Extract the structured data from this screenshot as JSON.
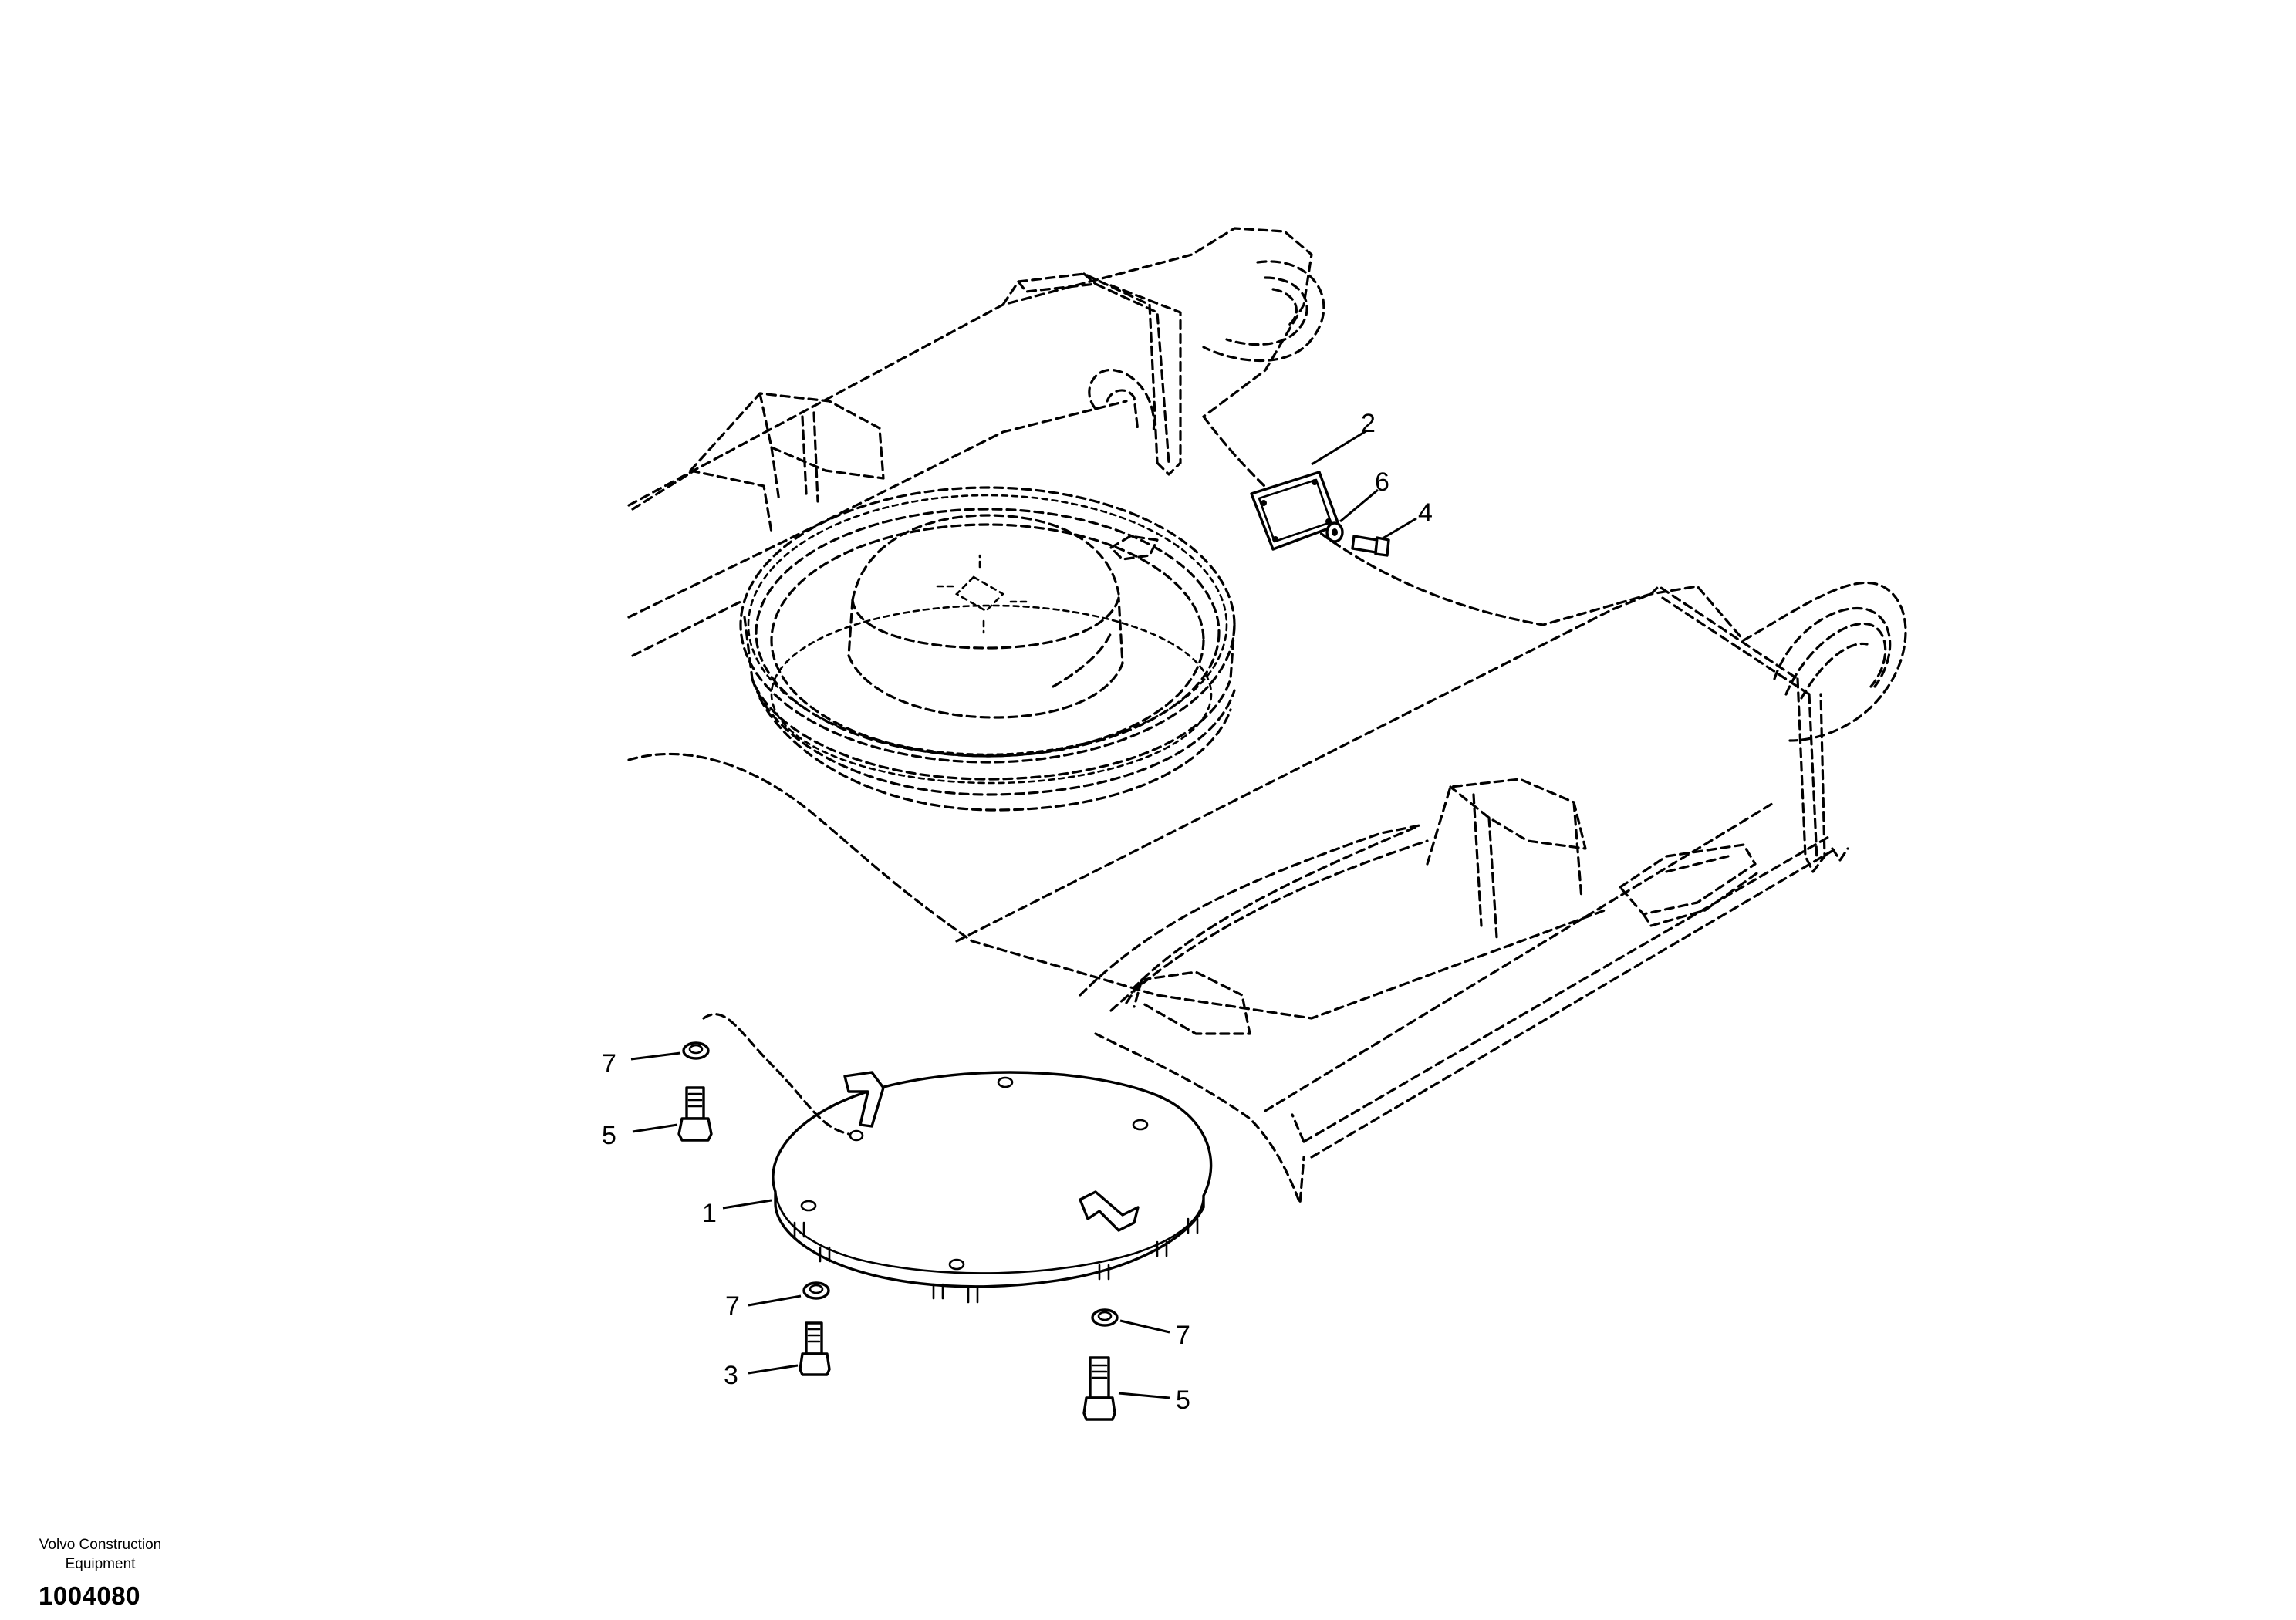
{
  "callouts": {
    "c1": "1",
    "c2": "2",
    "c3": "3",
    "c4": "4",
    "c5a": "5",
    "c5b": "5",
    "c6": "6",
    "c7a": "7",
    "c7b": "7",
    "c7c": "7"
  },
  "footer": {
    "company_line1": "Volvo Construction",
    "company_line2": "Equipment",
    "figure_number": "1004080"
  }
}
